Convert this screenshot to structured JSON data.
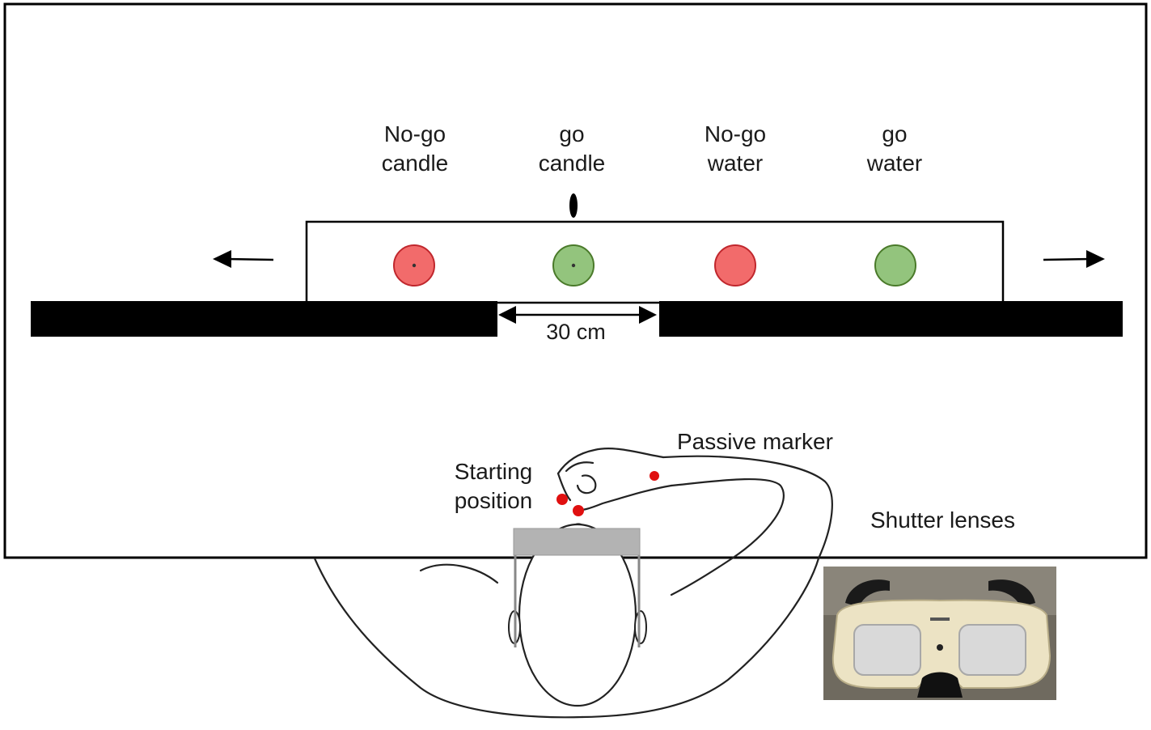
{
  "targets": [
    {
      "line1": "No-go",
      "line2": "candle",
      "color": "#f26b6b",
      "stroke": "#c0272d",
      "has_center_dot": true
    },
    {
      "line1": "go",
      "line2": "candle",
      "color": "#93c47d",
      "stroke": "#4a7a2a",
      "has_center_dot": true
    },
    {
      "line1": "No-go",
      "line2": "water",
      "color": "#f26b6b",
      "stroke": "#c0272d",
      "has_center_dot": false
    },
    {
      "line1": "go",
      "line2": "water",
      "color": "#93c47d",
      "stroke": "#4a7a2a",
      "has_center_dot": false
    }
  ],
  "distance_label": "30 cm",
  "labels": {
    "passive_marker": "Passive marker",
    "starting_position_line1": "Starting",
    "starting_position_line2": "position",
    "shutter_lenses": "Shutter lenses"
  },
  "colors": {
    "marker_dot": "#e01010",
    "bar": "#000000",
    "goggle_bar": "#b3b3b3",
    "goggle_frame": "#ece3c4",
    "goggle_lens": "#d9d9d9"
  }
}
